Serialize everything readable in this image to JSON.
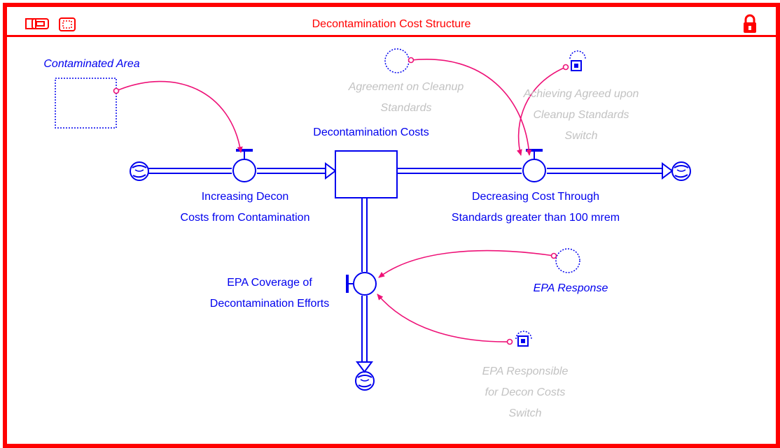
{
  "title": "Decontamination Cost Structure",
  "colors": {
    "frame": "#ff0000",
    "stock_flow": "#0000ee",
    "connector": "#ee1177",
    "inactive_label": "#c2c2c2"
  },
  "header": {
    "icons": [
      "model-layer-icon",
      "map-layer-icon"
    ],
    "lock_icon": "lock-icon"
  },
  "stock": {
    "label": "Decontamination Costs"
  },
  "flows": {
    "increasing": "Increasing Decon\nCosts from Contamination",
    "decreasing": "Decreasing Cost Through\nStandards greater than 100 mrem",
    "epa_coverage": "EPA Coverage of\nDecontamination Efforts"
  },
  "converters": {
    "contaminated_area": "Contaminated Area",
    "agreement": "Agreement on Cleanup\nStandards",
    "achieving_switch": "Achieving Agreed upon\nCleanup Standards\nSwitch",
    "epa_response": "EPA Response",
    "epa_responsible_switch": "EPA Responsible\nfor Decon Costs\nSwitch"
  }
}
